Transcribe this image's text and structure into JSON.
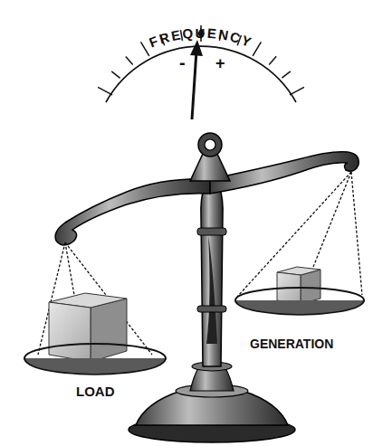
{
  "diagram": {
    "labels": [
      "FREQUENCY",
      "-",
      "+",
      "LOAD",
      "GENERATION"
    ]
  }
}
